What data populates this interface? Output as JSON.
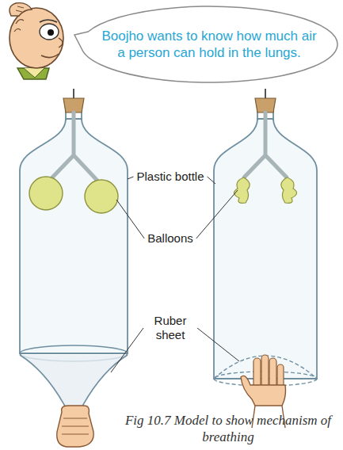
{
  "diagram": {
    "caption": "Fig 10.7 Model to show mechanism of breathing",
    "nodes": [
      {
        "text": [
          "Boojho wants to know how much air a person can hold in the lungs."
        ]
      }
    ],
    "labels": [
      "Plastic bottle",
      "Balloons",
      "Ruber sheet"
    ]
  }
}
